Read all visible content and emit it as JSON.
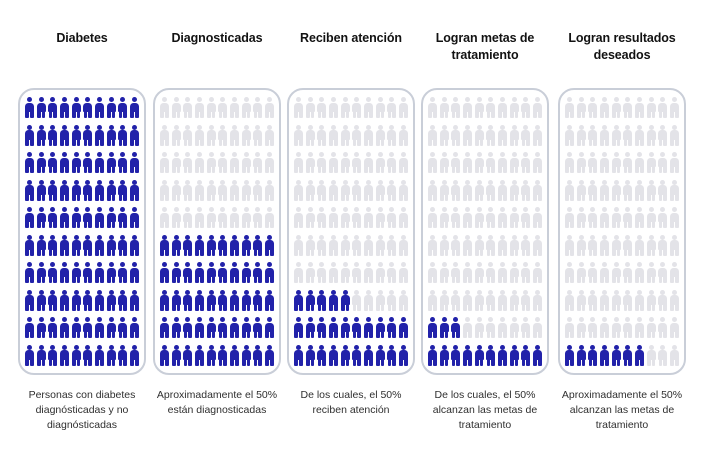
{
  "chart_data": {
    "type": "pictogram",
    "title": "Cascada de atención de la diabetes",
    "unit": "persona",
    "grid": {
      "rows": 10,
      "columns": 10,
      "total_per_panel": 100
    },
    "colors": {
      "active": "#2222aa",
      "inactive": "#e3e3e8",
      "panel_border": "#c9ced8",
      "title": "#121212",
      "caption": "#2f2f2f"
    },
    "categories": [
      "Diabetes",
      "Diagnosticadas",
      "Reciben atención",
      "Logran metas de tratamiento",
      "Logran resultados deseados"
    ],
    "values": [
      100,
      50,
      25,
      13,
      7
    ],
    "panels": [
      {
        "title": "Diabetes",
        "caption": "Personas con diabetes diagnósticadas y no diagnósticadas",
        "active_count": 100,
        "inactive_count": 0,
        "row_active_counts": [
          10,
          10,
          10,
          10,
          10,
          10,
          10,
          10,
          10,
          10
        ]
      },
      {
        "title": "Diagnosticadas",
        "caption": "Aproximadamente el 50% están diagnosticadas",
        "active_count": 50,
        "inactive_count": 50,
        "row_active_counts": [
          0,
          0,
          0,
          0,
          0,
          10,
          10,
          10,
          10,
          10
        ]
      },
      {
        "title": "Reciben atención",
        "caption": "De los cuales, el 50% reciben atención",
        "active_count": 25,
        "inactive_count": 75,
        "row_active_counts": [
          0,
          0,
          0,
          0,
          0,
          0,
          0,
          5,
          10,
          10
        ]
      },
      {
        "title": "Logran metas de tratamiento",
        "caption": "De los cuales,  el 50% alcanzan las metas de tratamiento",
        "active_count": 13,
        "inactive_count": 87,
        "row_active_counts": [
          0,
          0,
          0,
          0,
          0,
          0,
          0,
          0,
          3,
          10
        ]
      },
      {
        "title": "Logran resultados deseados",
        "caption": "Aproximadamente el 50% alcanzan las metas de tratamiento",
        "active_count": 7,
        "inactive_count": 93,
        "row_active_counts": [
          0,
          0,
          0,
          0,
          0,
          0,
          0,
          0,
          0,
          7
        ]
      }
    ]
  }
}
